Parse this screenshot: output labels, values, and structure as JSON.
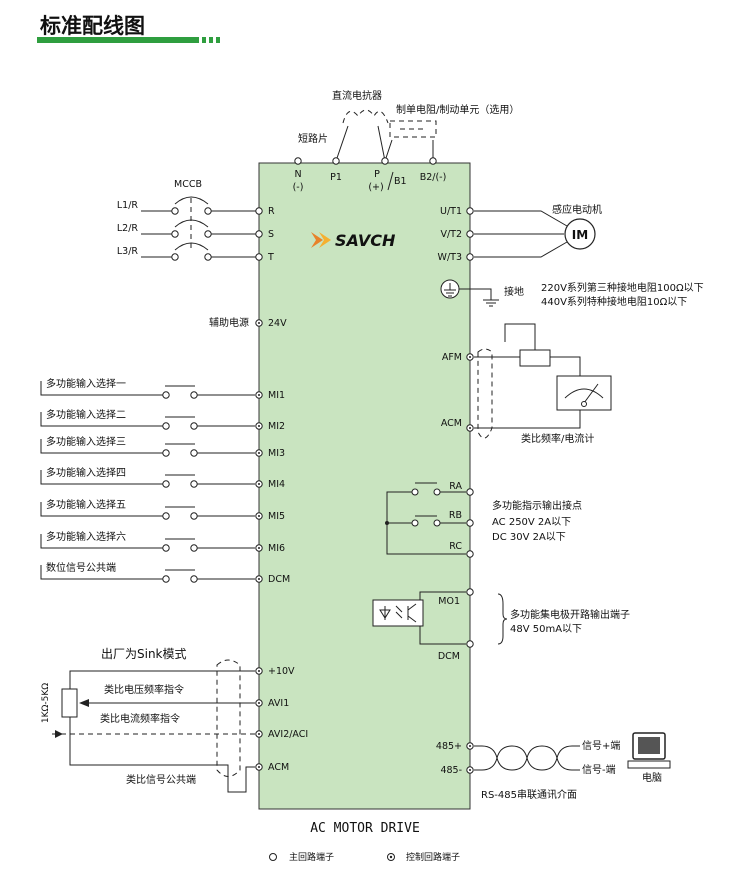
{
  "title": "标准配线图",
  "colors": {
    "drive_fill": "#c9e4c0",
    "title_bar": "#2f9e3f",
    "logo": "#e8822a"
  },
  "logo_text": "SAVCH",
  "drive_label": "AC MOTOR DRIVE",
  "top": {
    "reactor": "直流电抗器",
    "shorting": "短路片",
    "brake": "制单电阻/制动单元（选用）",
    "n": "N",
    "n_sign": "(-)",
    "p1": "P1",
    "p": "P",
    "p_sign": "(+)",
    "b1": "B1",
    "b2": "B2/(-)"
  },
  "mains": {
    "mccb": "MCCB",
    "lines": [
      "L1/R",
      "L2/R",
      "L3/R"
    ],
    "pins": [
      "R",
      "S",
      "T"
    ]
  },
  "motor": {
    "pins": [
      "U/T1",
      "V/T2",
      "W/T3"
    ],
    "label": "感应电动机",
    "symbol": "IM"
  },
  "ground": {
    "label": "接地",
    "note1": "220V系列第三种接地电阻100Ω以下",
    "note2": "440V系列特种接地电阻10Ω以下"
  },
  "aux": {
    "label": "辅助电源",
    "pin": "24V"
  },
  "inputs": [
    {
      "label": "多功能输入选择一",
      "pin": "MI1"
    },
    {
      "label": "多功能输入选择二",
      "pin": "MI2"
    },
    {
      "label": "多功能输入选择三",
      "pin": "MI3"
    },
    {
      "label": "多功能输入选择四",
      "pin": "MI4"
    },
    {
      "label": "多功能输入选择五",
      "pin": "MI5"
    },
    {
      "label": "多功能输入选择六",
      "pin": "MI6"
    },
    {
      "label": "数位信号公共端",
      "pin": "DCM"
    }
  ],
  "analog_out": {
    "afm": "AFM",
    "acm": "ACM",
    "label": "类比频率/电流计"
  },
  "relay": {
    "pins": [
      "RA",
      "RB",
      "RC"
    ],
    "label": "多功能指示输出接点",
    "spec1": "AC 250V 2A以下",
    "spec2": "DC 30V 2A以下"
  },
  "open_collector": {
    "pins": [
      "MO1",
      "DCM"
    ],
    "label": "多功能集电极开路输出端子",
    "spec": "48V 50mA以下"
  },
  "sink": {
    "mode": "出厂为Sink模式",
    "pot": "1KΩ-5KΩ",
    "pins": [
      "+10V",
      "AVI1",
      "AVI2/ACI",
      "ACM"
    ],
    "voltage_cmd": "类比电压频率指令",
    "current_cmd": "类比电流频率指令",
    "common": "类比信号公共端"
  },
  "rs485": {
    "pins": [
      "485+",
      "485-"
    ],
    "plus": "信号+端",
    "minus": "信号-端",
    "pc": "电脑",
    "label": "RS-485串联通讯介面"
  },
  "legend": {
    "main": "主回路端子",
    "ctrl": "控制回路端子"
  }
}
